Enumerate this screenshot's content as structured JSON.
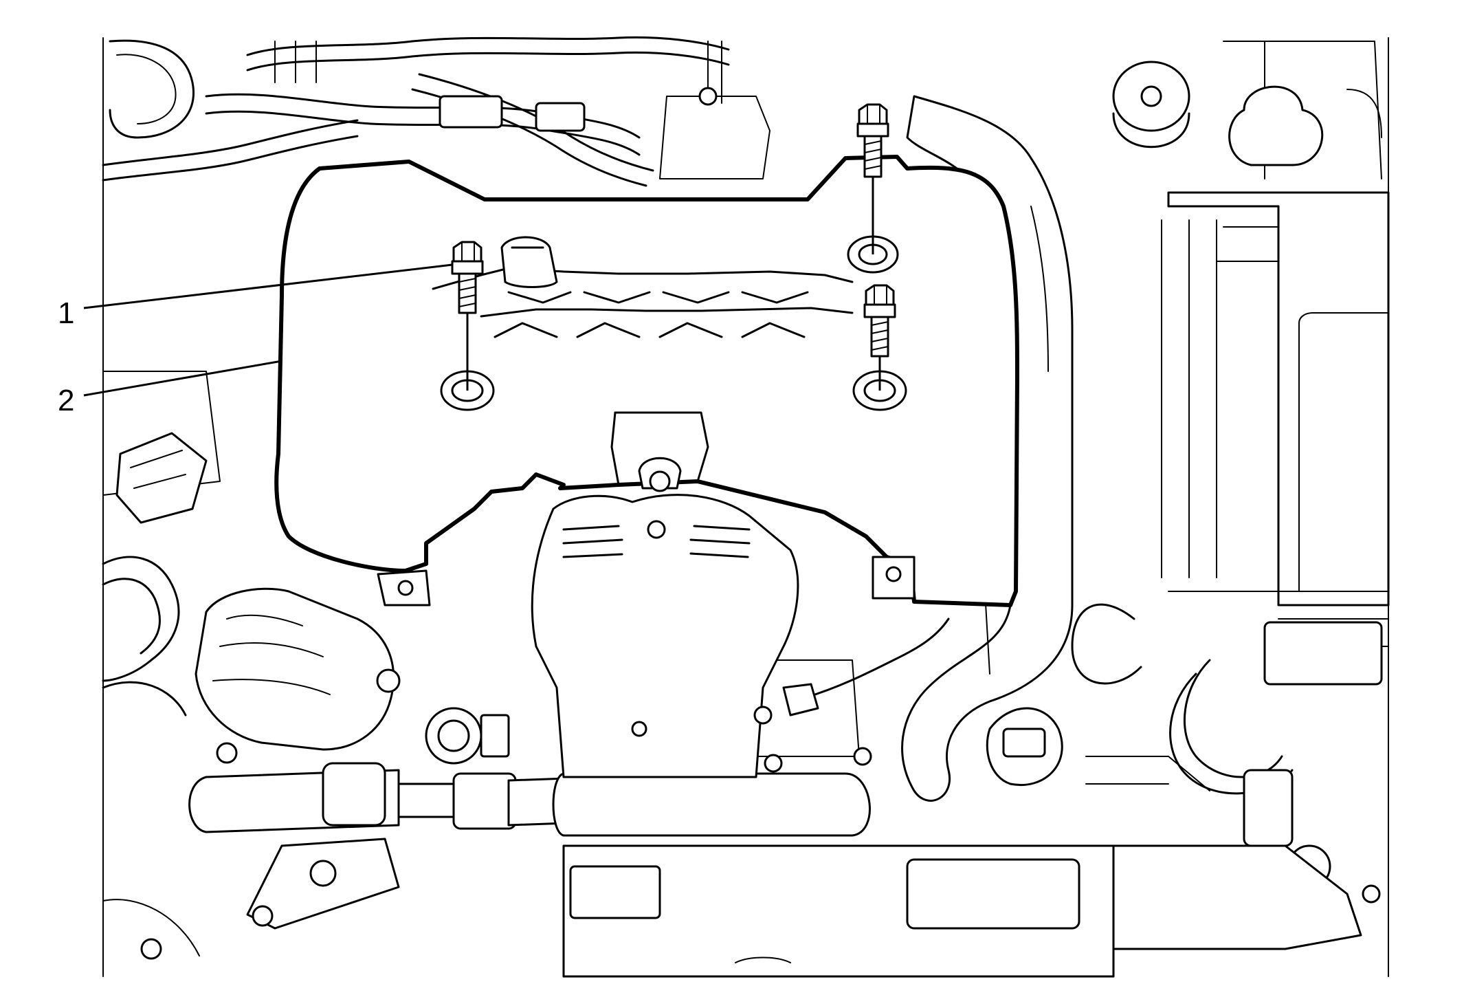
{
  "callouts": [
    {
      "number": "1",
      "refers_to": "engine-cover-bolt"
    },
    {
      "number": "2",
      "refers_to": "engine-cover"
    }
  ],
  "colors": {
    "line": "#000000",
    "background": "#ffffff"
  }
}
